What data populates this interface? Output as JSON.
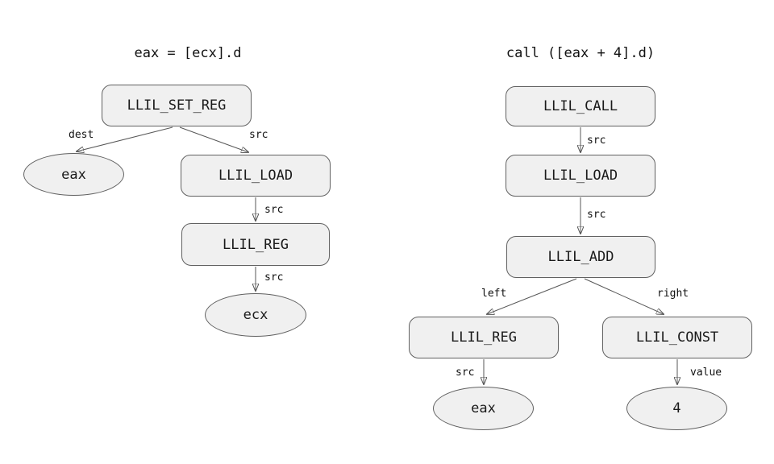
{
  "figure": {
    "background": "#ffffff",
    "node_fill": "#f0f0f0",
    "node_stroke": "#616161",
    "edge_color": "#575757",
    "text_color": "#1a1a1a"
  },
  "left_tree": {
    "title": "eax = [ecx].d",
    "nodes": {
      "set_reg": "LLIL_SET_REG",
      "load": "LLIL_LOAD",
      "reg": "LLIL_REG",
      "eax": "eax",
      "ecx": "ecx"
    },
    "edges": {
      "dest": "dest",
      "src_load": "src",
      "src_reg": "src",
      "src_ecx": "src"
    }
  },
  "right_tree": {
    "title": "call ([eax + 4].d)",
    "nodes": {
      "call": "LLIL_CALL",
      "load": "LLIL_LOAD",
      "add": "LLIL_ADD",
      "reg": "LLIL_REG",
      "const": "LLIL_CONST",
      "eax": "eax",
      "value": "4"
    },
    "edges": {
      "src_load": "src",
      "src_add": "src",
      "left": "left",
      "right": "right",
      "src_eax": "src",
      "value": "value"
    }
  }
}
